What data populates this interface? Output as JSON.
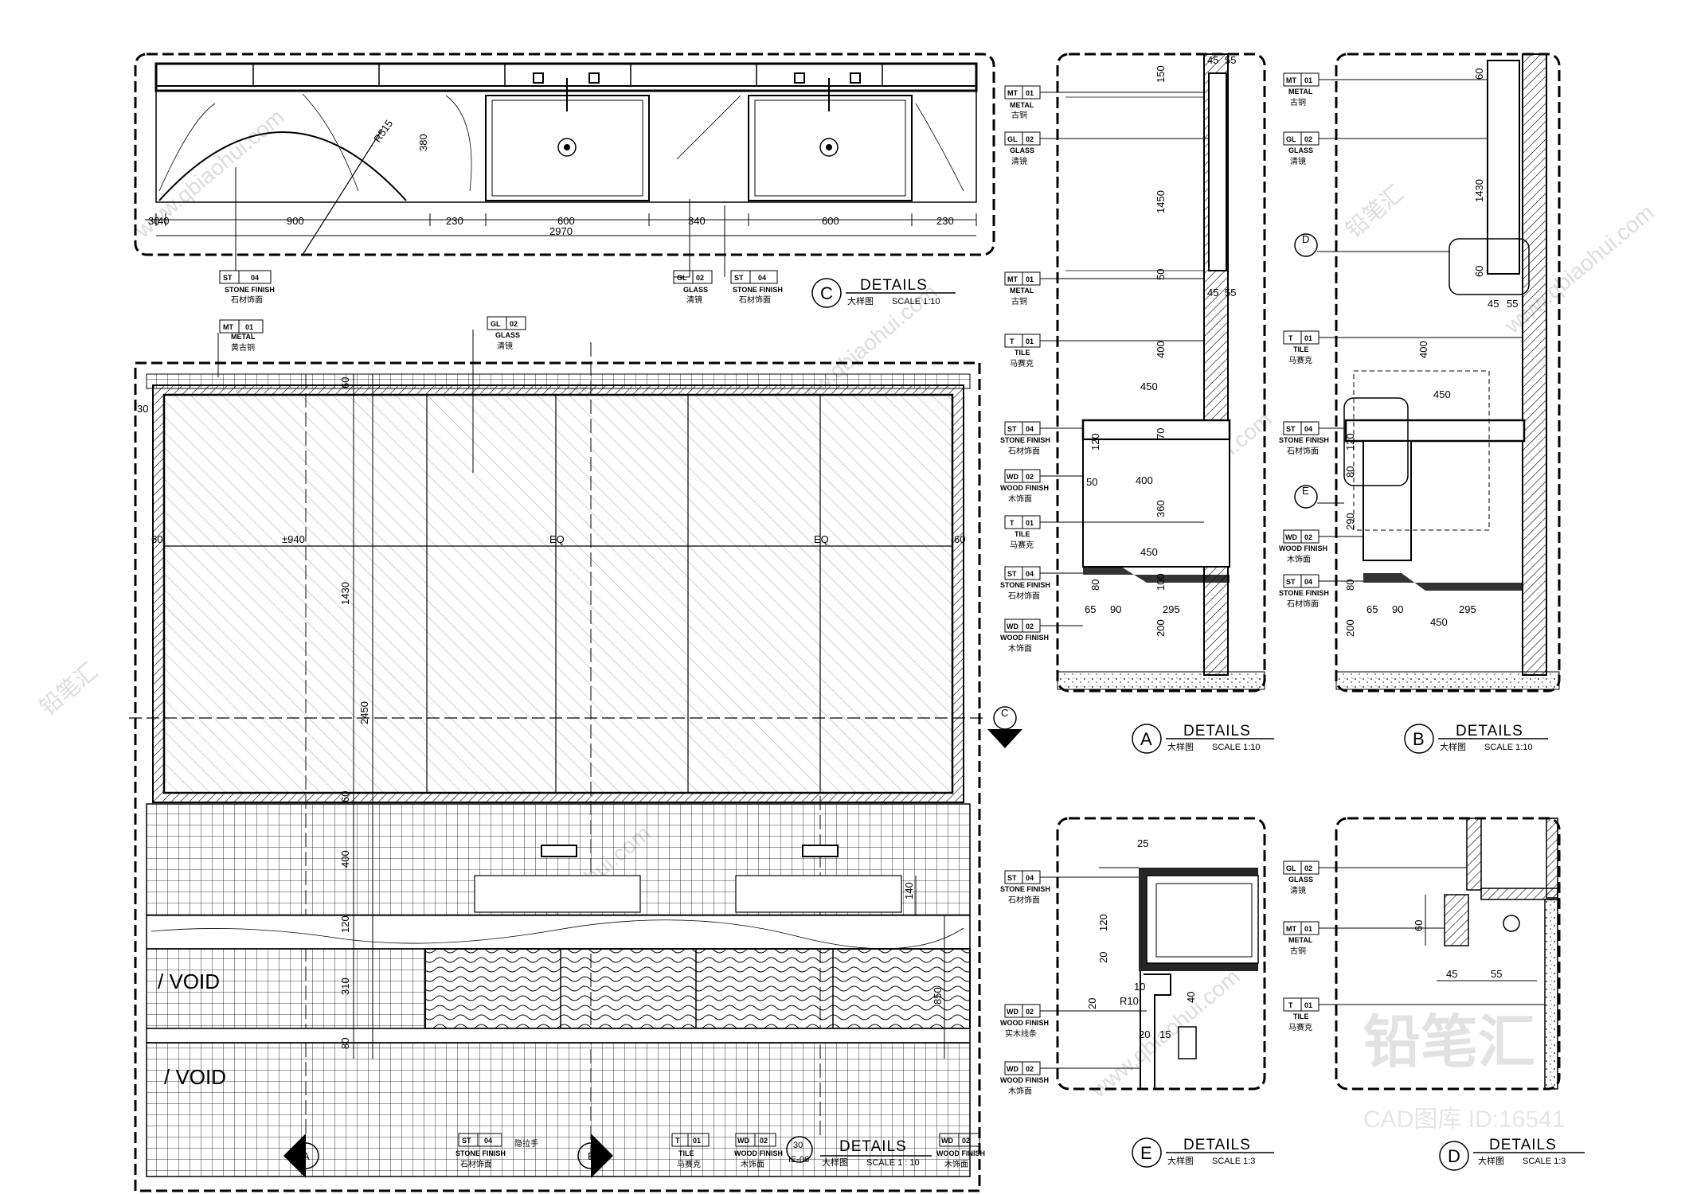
{
  "details": {
    "C": {
      "letter": "C",
      "title": "DETAILS",
      "cn": "大样图",
      "scale": "SCALE  1:10"
    },
    "A": {
      "letter": "A",
      "title": "DETAILS",
      "cn": "大样图",
      "scale": "SCALE  1:10"
    },
    "B": {
      "letter": "B",
      "title": "DETAILS",
      "cn": "大样图",
      "scale": "SCALE  1:10"
    },
    "E": {
      "letter": "E",
      "title": "DETAILS",
      "cn": "大样图",
      "scale": "SCALE  1:3"
    },
    "D": {
      "letter": "D",
      "title": "DETAILS",
      "cn": "大样图",
      "scale": "SCALE  1:3"
    },
    "main": {
      "letter": "30",
      "sheet": "IE-06",
      "title": "DETAILS",
      "cn": "大样图",
      "scale": "SCALE  1 : 10"
    }
  },
  "tags": {
    "st04": {
      "code": "ST",
      "num": "04",
      "en": "STONE FINISH",
      "cn": "石材饰面"
    },
    "gl02": {
      "code": "GL",
      "num": "02",
      "en": "GLASS",
      "cn": "清镜"
    },
    "mt01_main": {
      "code": "MT",
      "num": "01",
      "en": "METAL",
      "cn": "黄古铜"
    },
    "mt01": {
      "code": "MT",
      "num": "01",
      "en": "METAL",
      "cn": "古铜"
    },
    "t01": {
      "code": "T",
      "num": "01",
      "en": "TILE",
      "cn": "马赛克"
    },
    "wd02": {
      "code": "WD",
      "num": "02",
      "en": "WOOD FINISH",
      "cn": "木饰面"
    },
    "wd02_strip": {
      "code": "WD",
      "num": "02",
      "en": "WOOD FINISH",
      "cn": "实木线条"
    },
    "handle": {
      "cn": "隐拉手"
    }
  },
  "plan_c": {
    "dims": [
      "30",
      "40",
      "900",
      "230",
      "600",
      "340",
      "600",
      "230",
      "2970",
      "380",
      "R515"
    ]
  },
  "elevation": {
    "void_label": "/ VOID",
    "marks": [
      "±940",
      "EQ",
      "EQ",
      "60",
      "60",
      "30"
    ],
    "vdims": [
      "60",
      "1430",
      "2450",
      "60",
      "400",
      "120",
      "310",
      "80",
      "140",
      "850"
    ],
    "section_refs": [
      "A",
      "B",
      "C"
    ]
  },
  "section_a": {
    "dims": [
      "45",
      "55",
      "150",
      "1450",
      "50",
      "45",
      "55",
      "400",
      "450",
      "120",
      "70",
      "50",
      "400",
      "360",
      "450",
      "80",
      "100",
      "65",
      "90",
      "295",
      "200"
    ]
  },
  "section_b": {
    "dims": [
      "60",
      "1430",
      "60",
      "45",
      "55",
      "400",
      "450",
      "120",
      "80",
      "290",
      "80",
      "65",
      "90",
      "295",
      "450",
      "200"
    ]
  },
  "section_e": {
    "dims": [
      "25",
      "120",
      "20",
      "20",
      "R10",
      "10",
      "40",
      "20",
      "15"
    ]
  },
  "section_d": {
    "dims": [
      "60",
      "45",
      "55"
    ]
  },
  "watermarks": {
    "url": "www.qbiaohui.com",
    "cn": "铅笔汇",
    "brand_big": "铅笔汇",
    "brand_id": "CAD图库 ID:16541"
  }
}
